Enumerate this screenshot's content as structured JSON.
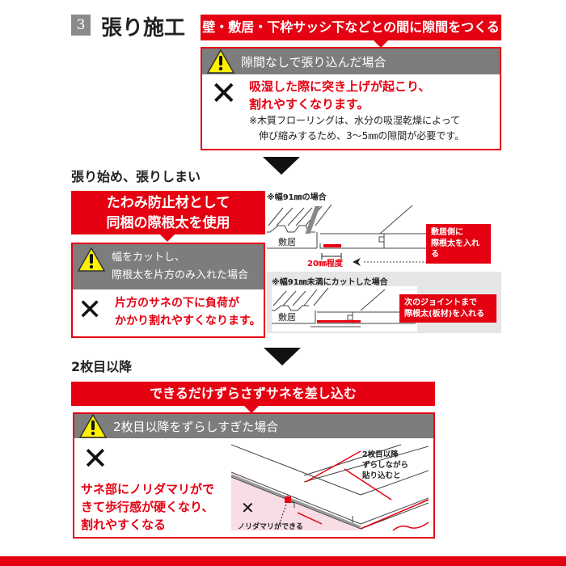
{
  "header": {
    "step_number": "3",
    "title": "張り施工"
  },
  "section1": {
    "banner": "壁・敷居・下枠サッシ下などとの間に隙間をつくる",
    "warning_title": "隙間なしで張り込んだ場合",
    "x_mark": "✕",
    "consequence_lines": [
      "吸湿した際に突き上げが起こり、",
      "割れやすくなります。"
    ],
    "note_lines": [
      "※木質フローリングは、水分の吸湿乾燥によって",
      "伸び縮みするため、3〜5㎜の隙間が必要です。"
    ]
  },
  "section2": {
    "heading": "張り始め、張りしまい",
    "banner_lines": [
      "たわみ防止材として",
      "同梱の際根太を使用"
    ],
    "warning_lines": [
      "幅をカットし、",
      "際根太を片方のみ入れた場合"
    ],
    "x_mark": "✕",
    "consequence_lines": [
      "片方のサネの下に負荷が",
      "かかり割れやすくなります。"
    ],
    "diagram_top": {
      "caption": "※幅91㎜の場合",
      "sill_label": "敷居",
      "measure_label": "20㎜程度",
      "callout_lines": [
        "敷居側に",
        "際根太を入れる"
      ]
    },
    "diagram_bottom": {
      "caption": "※幅91㎜未満にカットした場合",
      "sill_label": "敷居",
      "callout_lines": [
        "次のジョイントまで",
        "際根太(板材)を入れる"
      ]
    }
  },
  "section3": {
    "heading": "2枚目以降",
    "banner": "できるだけずらさずサネを差し込む",
    "warning_title": "2枚目以降をずらしすぎた場合",
    "x_mark": "✕",
    "consequence_lines": [
      "サネ部にノリダマリがで",
      "きて歩行感が硬くなり、",
      "割れやすくなる"
    ],
    "diagram": {
      "x_mark": "✕",
      "glue_label": "ノリダマリができる",
      "callout_lines": [
        "2枚目以降",
        "ずらしながら",
        "貼り込むと"
      ]
    }
  },
  "colors": {
    "accent": "#e50012",
    "header_gray": "#7d7d7d",
    "warning_yellow": "#fff200"
  }
}
